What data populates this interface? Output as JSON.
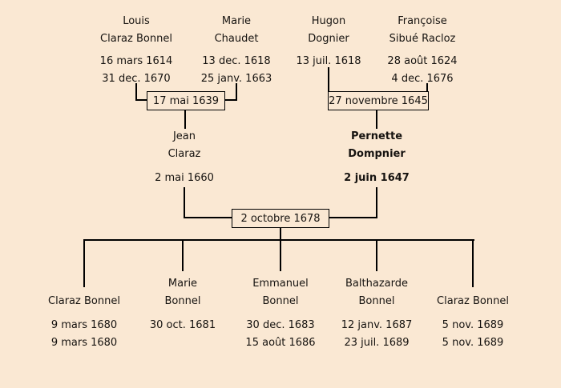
{
  "canvas": {
    "background": "#fae8d3",
    "line_color": "#000000",
    "text_color": "#161310"
  },
  "generation1": [
    {
      "name_line1": "Louis",
      "name_line2": "Claraz Bonnel",
      "birth": "16 mars 1614",
      "death": "31 dec. 1670"
    },
    {
      "name_line1": "Marie",
      "name_line2": "Chaudet",
      "birth": "13 dec. 1618",
      "death": "25 janv. 1663"
    },
    {
      "name_line1": "Hugon",
      "name_line2": "Dognier",
      "birth": "13 juil. 1618",
      "death": ""
    },
    {
      "name_line1": "Françoise",
      "name_line2": "Sibué Racloz",
      "birth": "28 août 1624",
      "death": "4 dec. 1676"
    }
  ],
  "marriages": [
    {
      "date": "17 mai 1639"
    },
    {
      "date": "27 novembre 1645"
    },
    {
      "date": "2 octobre 1678"
    }
  ],
  "generation2": [
    {
      "name_line1": "Jean",
      "name_line2": "Claraz",
      "date": "2 mai 1660"
    },
    {
      "name_line1": "Pernette",
      "name_line2": "Dompnier",
      "date": "2 juin 1647"
    }
  ],
  "generation3": [
    {
      "name_line1": "",
      "name_line2": "Claraz Bonnel",
      "birth": "9 mars 1680",
      "death": "9 mars 1680"
    },
    {
      "name_line1": "Marie",
      "name_line2": "Bonnel",
      "birth": "30 oct. 1681",
      "death": ""
    },
    {
      "name_line1": "Emmanuel",
      "name_line2": "Bonnel",
      "birth": "30 dec. 1683",
      "death": "15 août 1686"
    },
    {
      "name_line1": "Balthazarde",
      "name_line2": "Bonnel",
      "birth": "12 janv. 1687",
      "death": "23 juil. 1689"
    },
    {
      "name_line1": "",
      "name_line2": "Claraz Bonnel",
      "birth": "5 nov. 1689",
      "death": "5 nov. 1689"
    }
  ]
}
